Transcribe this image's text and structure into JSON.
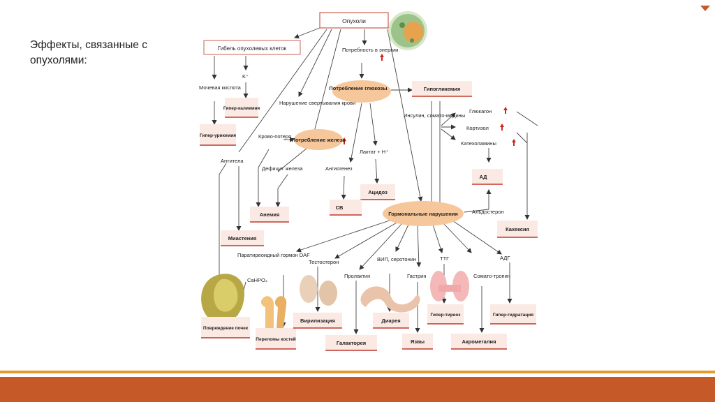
{
  "title": "Эффекты, связанные с опухолями:",
  "colors": {
    "box_fill": "#fbe9e4",
    "box_border": "#c0392b",
    "ellipse_fill": "#f6c79b",
    "arrow_up": "#d3241c",
    "line": "#333333",
    "bottom_bar": "#c55a28",
    "bottom_line": "#e59b2c"
  },
  "nodes": {
    "tumors": "Опухоли",
    "cell_death": "Гибель опухолевых клеток",
    "uric_acid": "Мочевая кислота",
    "potassium": "K⁺",
    "hyperkalemia": "Гипер-калиемия",
    "hyperuricemia": "Гипер-урикемия",
    "energy_need": "Потребность в энергии",
    "glucose_use": "Потребление глюкозы",
    "hypoglycemia": "Гипогликемия",
    "coagulation": "Нарушение свертывания крови",
    "blood_loss": "Крово-потеря",
    "iron_use": "Потребление железа",
    "iron_deficit": "Дефицит железа",
    "anemia": "Анемия",
    "antibodies": "Антитела",
    "myasthenia": "Миастения",
    "angiogenesis": "Ангиогенез",
    "lactate": "Лактат + H⁺",
    "acidosis": "Ацидоз",
    "sv": "СВ",
    "insulin": "Инсулин, сомато-медины",
    "glucagon": "Глюкагон",
    "cortisol": "Кортизол",
    "catecholamines": "Катехоламины",
    "bp": "АД",
    "aldosterone": "Альдостерон",
    "cachexia": "Кахексия",
    "hormonal": "Гормональные нарушения",
    "pth": "Паратиреоидный гормон DAF",
    "cahpo4": "CaHPO₄",
    "testosterone": "Тестостерон",
    "prolactin": "Пролактин",
    "vip": "ВИП, серотонин",
    "gastrin": "Гастрин",
    "tsh": "ТТГ",
    "somatotropin": "Сомато-тропин",
    "adh": "АДГ",
    "kidney_damage": "Повреждение почек",
    "fractures": "Переломы костей",
    "virilization": "Вирилизация",
    "galactorrhea": "Галакторея",
    "diarrhea": "Диарея",
    "ulcers": "Язвы",
    "hyperthyroid": "Гипер-тиреоз",
    "acromegaly": "Акромегалия",
    "hyperhydration": "Гипер-гидратация"
  }
}
